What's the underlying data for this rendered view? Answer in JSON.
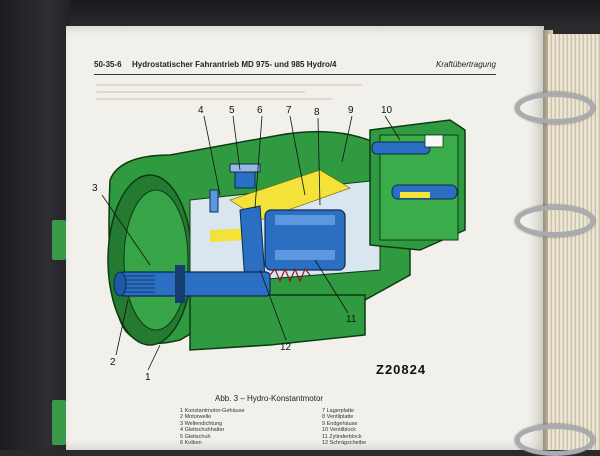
{
  "header": {
    "page_number": "50-35-6",
    "title": "Hydrostatischer Fahrantrieb MD 975- und 985 Hydro/4",
    "section": "Kraftübertragung"
  },
  "figure": {
    "code": "Z20824",
    "caption": "Abb. 3 – Hydro-Konstantmotor",
    "callouts": [
      "1",
      "2",
      "3",
      "4",
      "5",
      "6",
      "7",
      "8",
      "9",
      "10",
      "11",
      "12"
    ]
  },
  "legend_left": [
    "1  Konstantmotor-Gehäuse",
    "2  Motorwelle",
    "3  Wellendichtung",
    "4  Gleitschuhhalter",
    "5  Gleitschuh",
    "6  Kolben"
  ],
  "legend_right": [
    "7  Lagerplatte",
    "8  Ventilplatte",
    "9  Endgehäuse",
    "10  Ventilblock",
    "11  Zylinderblock",
    "12  Schrägscheibe"
  ],
  "colors": {
    "housing_green": "#2f9a3f",
    "shaft_blue": "#2b6fc2",
    "highlight_yellow": "#f2e23a",
    "page": "#f2f0ea"
  }
}
